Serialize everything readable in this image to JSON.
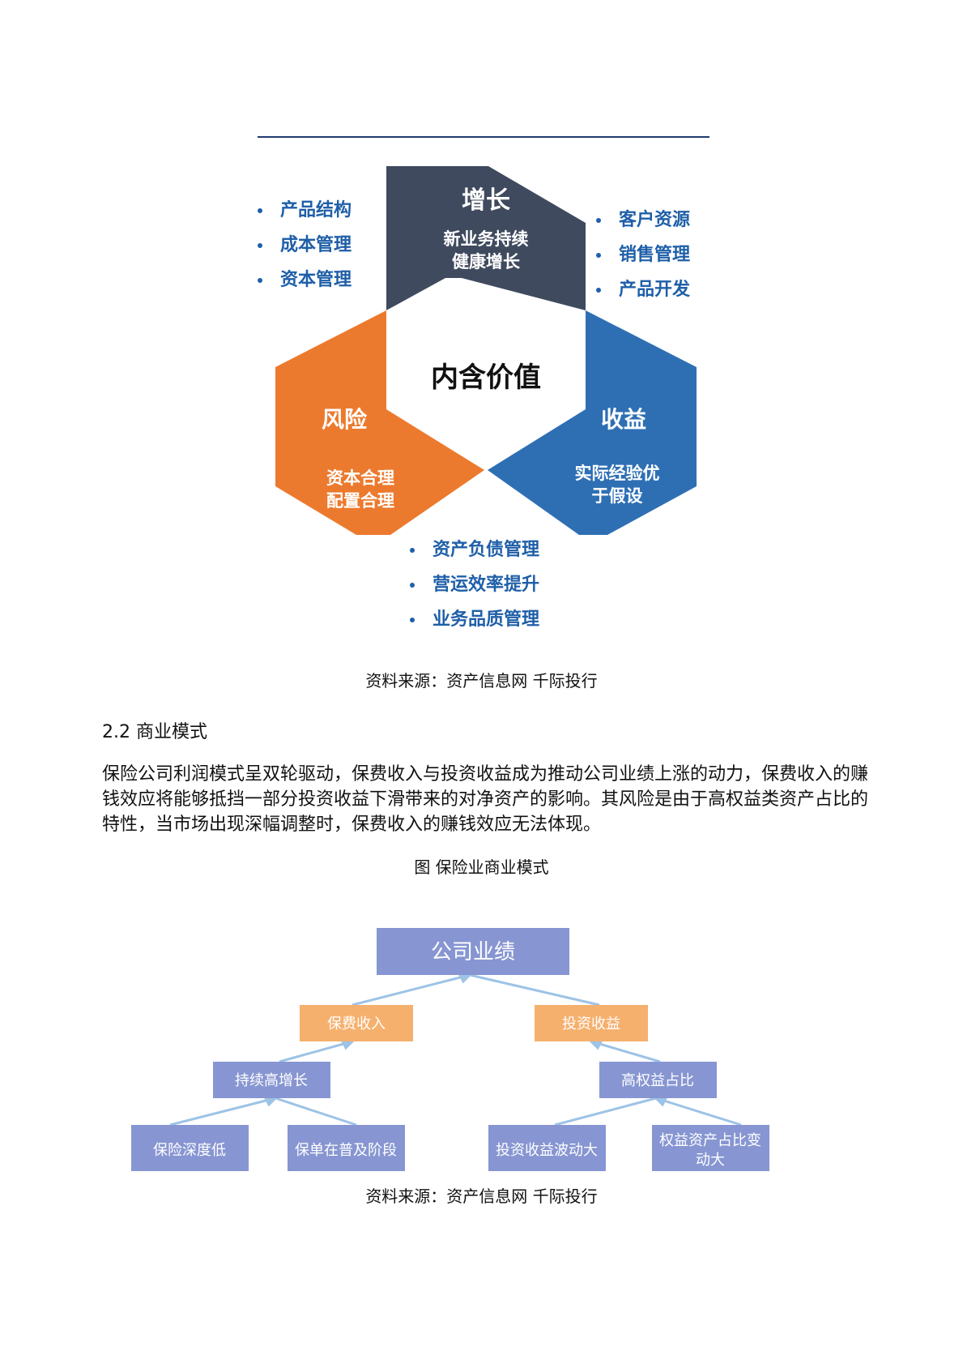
{
  "hexagon_diagram": {
    "center": "内含价值",
    "growth": {
      "title": "增长",
      "line1": "新业务持续",
      "line2": "健康增长",
      "color": "#3f4a5e"
    },
    "risk": {
      "title": "风险",
      "line1": "资本合理",
      "line2": "配置合理",
      "color": "#ec7a2e"
    },
    "income": {
      "title": "收益",
      "line1": "实际经验优",
      "line2": "于假设",
      "color": "#2e6fb4"
    },
    "left_list": [
      "产品结构",
      "成本管理",
      "资本管理"
    ],
    "right_list": [
      "客户资源",
      "销售管理",
      "产品开发"
    ],
    "bottom_list": [
      "资产负债管理",
      "营运效率提升",
      "业务品质管理"
    ],
    "bullet_color": "#1f5fa8"
  },
  "caption_1": "资料来源：资产信息网 千际投行",
  "section_heading": "2.2 商业模式",
  "section_paragraph": "保险公司利润模式呈双轮驱动，保费收入与投资收益成为推动公司业绩上涨的动力，保费收入的赚钱效应将能够抵挡一部分投资收益下滑带来的对净资产的影响。其风险是由于高权益类资产占比的特性，当市场出现深幅调整时，保费收入的赚钱效应无法体现。",
  "figure_title": "图 保险业商业模式",
  "tree_diagram": {
    "root": "公司业绩",
    "premium": "保费收入",
    "investment": "投资收益",
    "growth": "持续高增长",
    "equity_ratio": "高权益占比",
    "leaf1": "保险深度低",
    "leaf2": "保单在普及阶段",
    "leaf3": "投资收益波动大",
    "leaf4_line1": "权益资产占比变",
    "leaf4_line2": "动大",
    "purple": "#8796d2",
    "orange": "#f6b06d",
    "arrow": "#9dc3e6"
  },
  "caption_2": "资料来源：资产信息网 千际投行"
}
